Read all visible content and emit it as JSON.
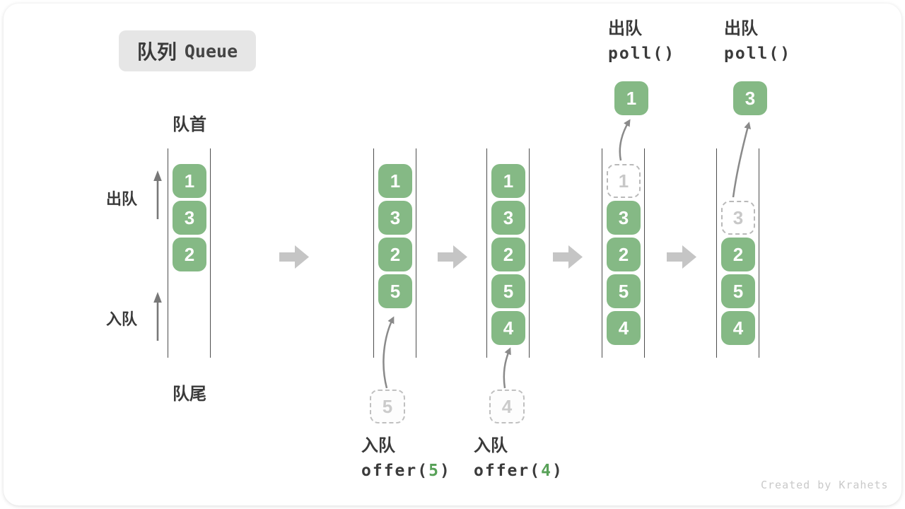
{
  "title": {
    "zh": "队列",
    "en": "Queue"
  },
  "side_labels": {
    "front": "队首",
    "rear": "队尾",
    "dequeue": "出队",
    "enqueue": "入队"
  },
  "queues": [
    {
      "items": [
        {
          "value": "1",
          "state": "filled"
        },
        {
          "value": "3",
          "state": "filled"
        },
        {
          "value": "2",
          "state": "filled"
        }
      ]
    },
    {
      "items": [
        {
          "value": "1",
          "state": "filled"
        },
        {
          "value": "3",
          "state": "filled"
        },
        {
          "value": "2",
          "state": "filled"
        },
        {
          "value": "5",
          "state": "filled"
        }
      ]
    },
    {
      "items": [
        {
          "value": "1",
          "state": "filled"
        },
        {
          "value": "3",
          "state": "filled"
        },
        {
          "value": "2",
          "state": "filled"
        },
        {
          "value": "5",
          "state": "filled"
        },
        {
          "value": "4",
          "state": "filled"
        }
      ]
    },
    {
      "items": [
        {
          "value": "1",
          "state": "ghost"
        },
        {
          "value": "3",
          "state": "filled"
        },
        {
          "value": "2",
          "state": "filled"
        },
        {
          "value": "5",
          "state": "filled"
        },
        {
          "value": "4",
          "state": "filled"
        }
      ]
    },
    {
      "items": [
        {
          "value": "3",
          "state": "ghost"
        },
        {
          "value": "2",
          "state": "filled"
        },
        {
          "value": "5",
          "state": "filled"
        },
        {
          "value": "4",
          "state": "filled"
        }
      ]
    }
  ],
  "operations": {
    "enqueue_5": {
      "label": "入队",
      "code_prefix": "offer(",
      "code_arg": "5",
      "code_suffix": ")",
      "staged_value": "5"
    },
    "enqueue_4": {
      "label": "入队",
      "code_prefix": "offer(",
      "code_arg": "4",
      "code_suffix": ")",
      "staged_value": "4"
    },
    "dequeue_1": {
      "label": "出队",
      "code": "poll()",
      "removed_value": "1"
    },
    "dequeue_3": {
      "label": "出队",
      "code": "poll()",
      "removed_value": "3"
    }
  },
  "watermark": "Created by Krahets",
  "colors": {
    "item_green": "#85b985",
    "code_green": "#58a158",
    "ghost_gray": "#c8c8c8",
    "step_arrow_gray": "#c5c5c5",
    "thin_arrow_gray": "#8a8a8a",
    "badge_gray": "#e6e6e6"
  }
}
